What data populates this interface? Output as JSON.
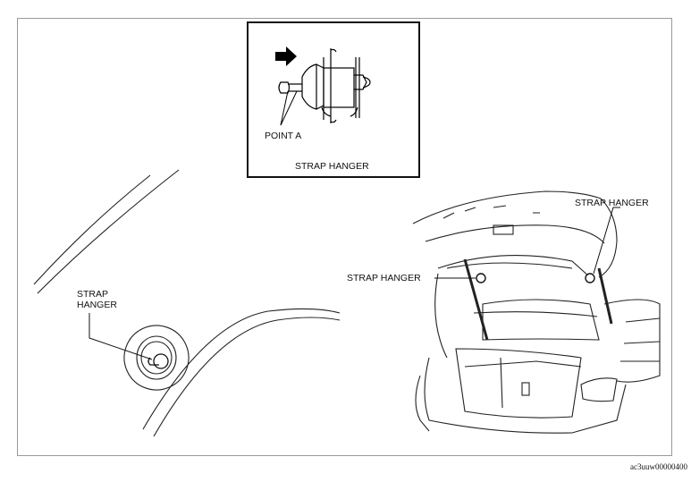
{
  "inset": {
    "label_point": "POINT A",
    "label_title": "STRAP HANGER"
  },
  "left_view": {
    "label": "STRAP\nHANGER"
  },
  "right_view": {
    "label_left": "STRAP HANGER",
    "label_right": "STRAP HANGER"
  },
  "figure_code": "ac3uuw00000400",
  "icons": [
    "arrow-right-icon"
  ]
}
